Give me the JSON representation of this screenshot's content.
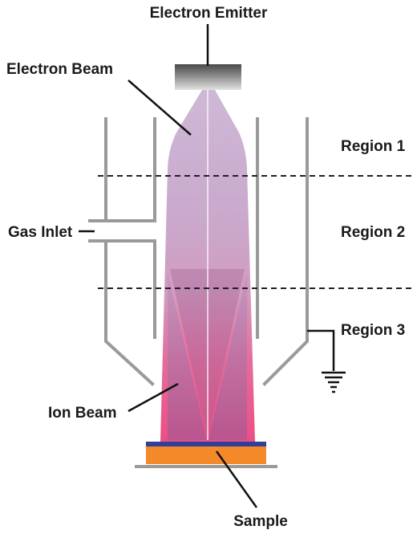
{
  "labels": {
    "emitter": "Electron Emitter",
    "electron_beam": "Electron Beam",
    "region1": "Region 1",
    "region2": "Region 2",
    "region3": "Region 3",
    "gas_inlet": "Gas Inlet",
    "ion_beam": "Ion Beam",
    "sample": "Sample"
  },
  "colors": {
    "electron_beam": "#cdb3d1",
    "electron_beam_inner": "#a66aa0",
    "ion_beam": "#e8558c",
    "chamber_wall": "#9a9a9a",
    "emitter_dark": "#505050",
    "emitter_light": "#d6d6d6",
    "sample_substrate": "#f4892a",
    "sample_surface": "#2f3f9a"
  }
}
